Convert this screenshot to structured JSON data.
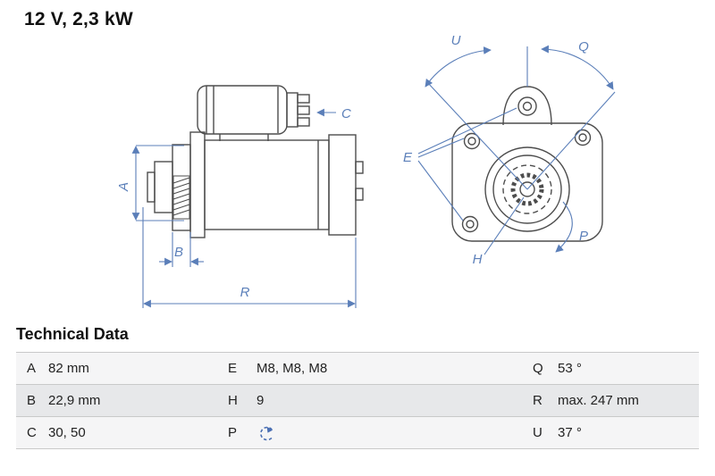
{
  "title": "12 V, 2,3 kW",
  "colors": {
    "dimension_blue": "#5b7fb9",
    "drawing_gray": "#4d4d4d",
    "row_light": "#f5f5f6",
    "row_dark": "#e7e8ea"
  },
  "drawing": {
    "labels": {
      "A": "A",
      "B": "B",
      "C": "C",
      "R": "R",
      "U": "U",
      "Q": "Q",
      "E": "E",
      "H": "H",
      "P": "P"
    }
  },
  "table": {
    "heading": "Technical Data",
    "p_value_icon": "ccw-rotation-icon",
    "rows": [
      {
        "cells": [
          "A",
          "82 mm",
          "E",
          "M8, M8, M8",
          "Q",
          "53 °"
        ]
      },
      {
        "cells": [
          "B",
          "22,9 mm",
          "H",
          "9",
          "R",
          "max. 247 mm"
        ]
      },
      {
        "cells": [
          "C",
          "30, 50",
          "P",
          "",
          "U",
          "37 °"
        ]
      }
    ]
  }
}
